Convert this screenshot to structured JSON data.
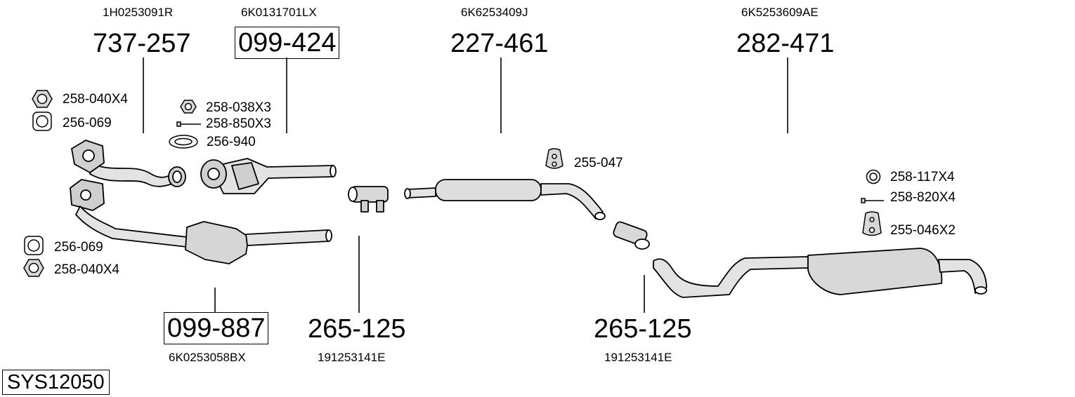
{
  "system_id": "SYS12050",
  "groups": [
    {
      "oe": "1H0253091R",
      "part": "737-257",
      "boxed": false
    },
    {
      "oe": "6K0131701LX",
      "part": "099-424",
      "boxed": true
    },
    {
      "oe": "6K6253409J",
      "part": "227-461",
      "boxed": false
    },
    {
      "oe": "6K5253609AE",
      "part": "282-471",
      "boxed": false
    },
    {
      "oe": "6K0253058BX",
      "part": "099-887",
      "boxed": true
    },
    {
      "oe": "191253141E",
      "part": "265-125",
      "boxed": false
    },
    {
      "oe": "191253141E",
      "part": "265-125",
      "boxed": false
    }
  ],
  "accessories": [
    {
      "label": "258-040X4",
      "icon": "nut-icon"
    },
    {
      "label": "256-069",
      "icon": "gasket-icon"
    },
    {
      "label": "258-038X3",
      "icon": "flange-nut-icon"
    },
    {
      "label": "258-850X3",
      "icon": "bolt-icon"
    },
    {
      "label": "256-940",
      "icon": "ring-gasket-icon"
    },
    {
      "label": "255-047",
      "icon": "rubber-hanger-icon"
    },
    {
      "label": "256-069",
      "icon": "gasket-icon"
    },
    {
      "label": "258-040X4",
      "icon": "nut-icon"
    },
    {
      "label": "258-117X4",
      "icon": "washer-icon"
    },
    {
      "label": "258-820X4",
      "icon": "bolt-icon"
    },
    {
      "label": "255-046X2",
      "icon": "rubber-hanger-icon"
    }
  ]
}
